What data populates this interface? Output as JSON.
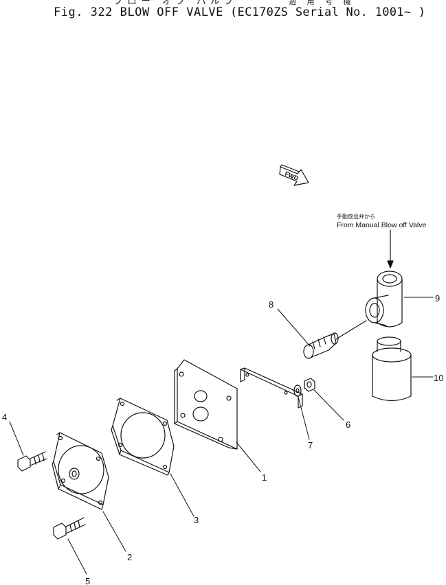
{
  "header": {
    "title_jp": "ブロー オフ バルブ",
    "serial_jp": "適 用 号 機",
    "title": "Fig. 322   BLOW OFF VALVE",
    "serial": "(EC170ZS Serial No. 1001~ )"
  },
  "fwd_label": "FWD",
  "annotation": {
    "jp": "手動放出弁から",
    "en": "From Manual Blow off Valve"
  },
  "callouts": {
    "c1": "1",
    "c2": "2",
    "c3": "3",
    "c4": "4",
    "c5": "5",
    "c6": "6",
    "c7": "7",
    "c8": "8",
    "c9": "9",
    "c10": "10"
  }
}
